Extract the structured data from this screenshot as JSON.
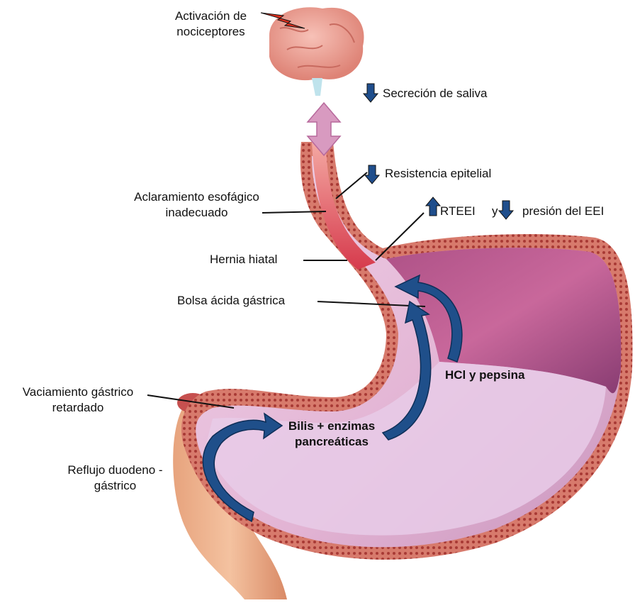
{
  "labels": {
    "nociceptors": [
      "Activación de",
      "nociceptores"
    ],
    "saliva": "Secreción de saliva",
    "epithelial_resistance": "Resistencia epitelial",
    "clearance": [
      "Aclaramiento esofágico",
      "inadecuado"
    ],
    "rteei": "RTEEI",
    "rteei_y": "y",
    "les_pressure": "presión del EEI",
    "hiatal_hernia": "Hernia hiatal",
    "acid_pocket": "Bolsa ácida gástrica",
    "hcl_pepsin": "HCl y pepsina",
    "gastric_emptying": [
      "Vaciamiento gástrico",
      "retardado"
    ],
    "bile": [
      "Bilis + enzimas",
      "pancreáticas"
    ],
    "duodenal_reflux": [
      "Reflujo duodeno -",
      "gástrico"
    ]
  },
  "icons": {
    "down_arrow": "down-arrow-icon",
    "up_arrow": "up-arrow-icon",
    "lightning": "lightning-icon",
    "double_arrow": "double-arrow-icon"
  },
  "colors": {
    "indicator_arrow": "#1f4e8c",
    "flow_arrow": "#1f4f8a",
    "lightning": "#e0301e",
    "double_arrow": "#d89ac0",
    "stomach_wall": "#c9546a",
    "stomach_inner": "#e7b8d6",
    "brain": "#e9a39a"
  }
}
